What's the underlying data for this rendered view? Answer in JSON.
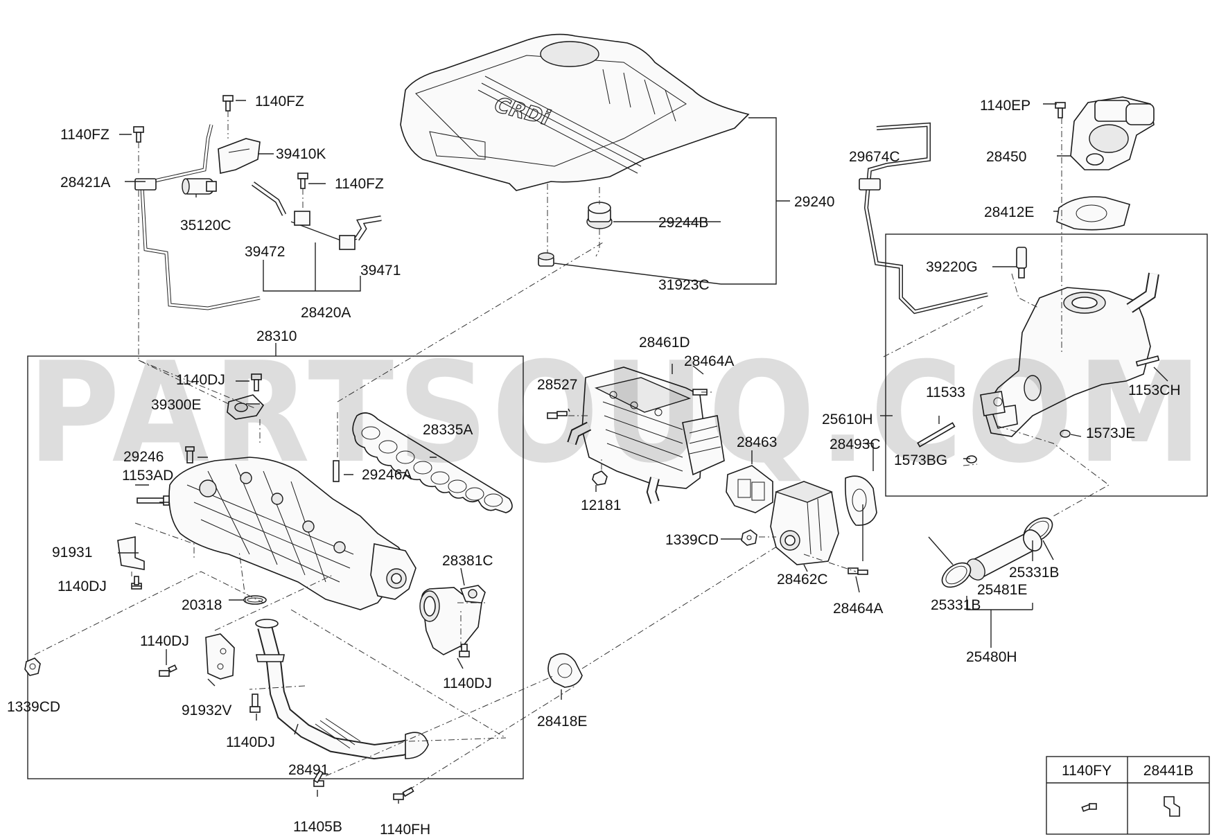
{
  "watermark": "PARTSOUQ.COM",
  "labels": {
    "l_1140FZ_a": "1140FZ",
    "l_1140FZ_b": "1140FZ",
    "l_1140FZ_c": "1140FZ",
    "l_39410K": "39410K",
    "l_28421A": "28421A",
    "l_35120C": "35120C",
    "l_39472": "39472",
    "l_39471": "39471",
    "l_28420A": "28420A",
    "l_29240": "29240",
    "l_29244B": "29244B",
    "l_31923C": "31923C",
    "l_1140EP": "1140EP",
    "l_28450": "28450",
    "l_29674C": "29674C",
    "l_28412E": "28412E",
    "l_39220G": "39220G",
    "l_28310": "28310",
    "l_1140DJ_a": "1140DJ",
    "l_39300E": "39300E",
    "l_28335A": "28335A",
    "l_29246": "29246",
    "l_29246A": "29246A",
    "l_1153AD": "1153AD",
    "l_91931": "91931",
    "l_1140DJ_b": "1140DJ",
    "l_20318": "20318",
    "l_28381C": "28381C",
    "l_1140DJ_c": "1140DJ",
    "l_1140DJ_d": "1140DJ",
    "l_91932V": "91932V",
    "l_1140DJ_e": "1140DJ",
    "l_28491": "28491",
    "l_1339CD_a": "1339CD",
    "l_11405B": "11405B",
    "l_1140FH": "1140FH",
    "l_28461D": "28461D",
    "l_28464A_a": "28464A",
    "l_28527": "28527",
    "l_12181": "12181",
    "l_28463": "28463",
    "l_28493C": "28493C",
    "l_1339CD_b": "1339CD",
    "l_28462C": "28462C",
    "l_28464A_b": "28464A",
    "l_28418E": "28418E",
    "l_25610H": "25610H",
    "l_11533": "11533",
    "l_1153CH": "1153CH",
    "l_1573JE": "1573JE",
    "l_1573BG": "1573BG",
    "l_25331B_a": "25331B",
    "l_25481E": "25481E",
    "l_25331B_b": "25331B",
    "l_25480H": "25480H"
  },
  "legend_table": {
    "col1_header": "1140FY",
    "col2_header": "28441B"
  },
  "cover_text": "CRDi"
}
